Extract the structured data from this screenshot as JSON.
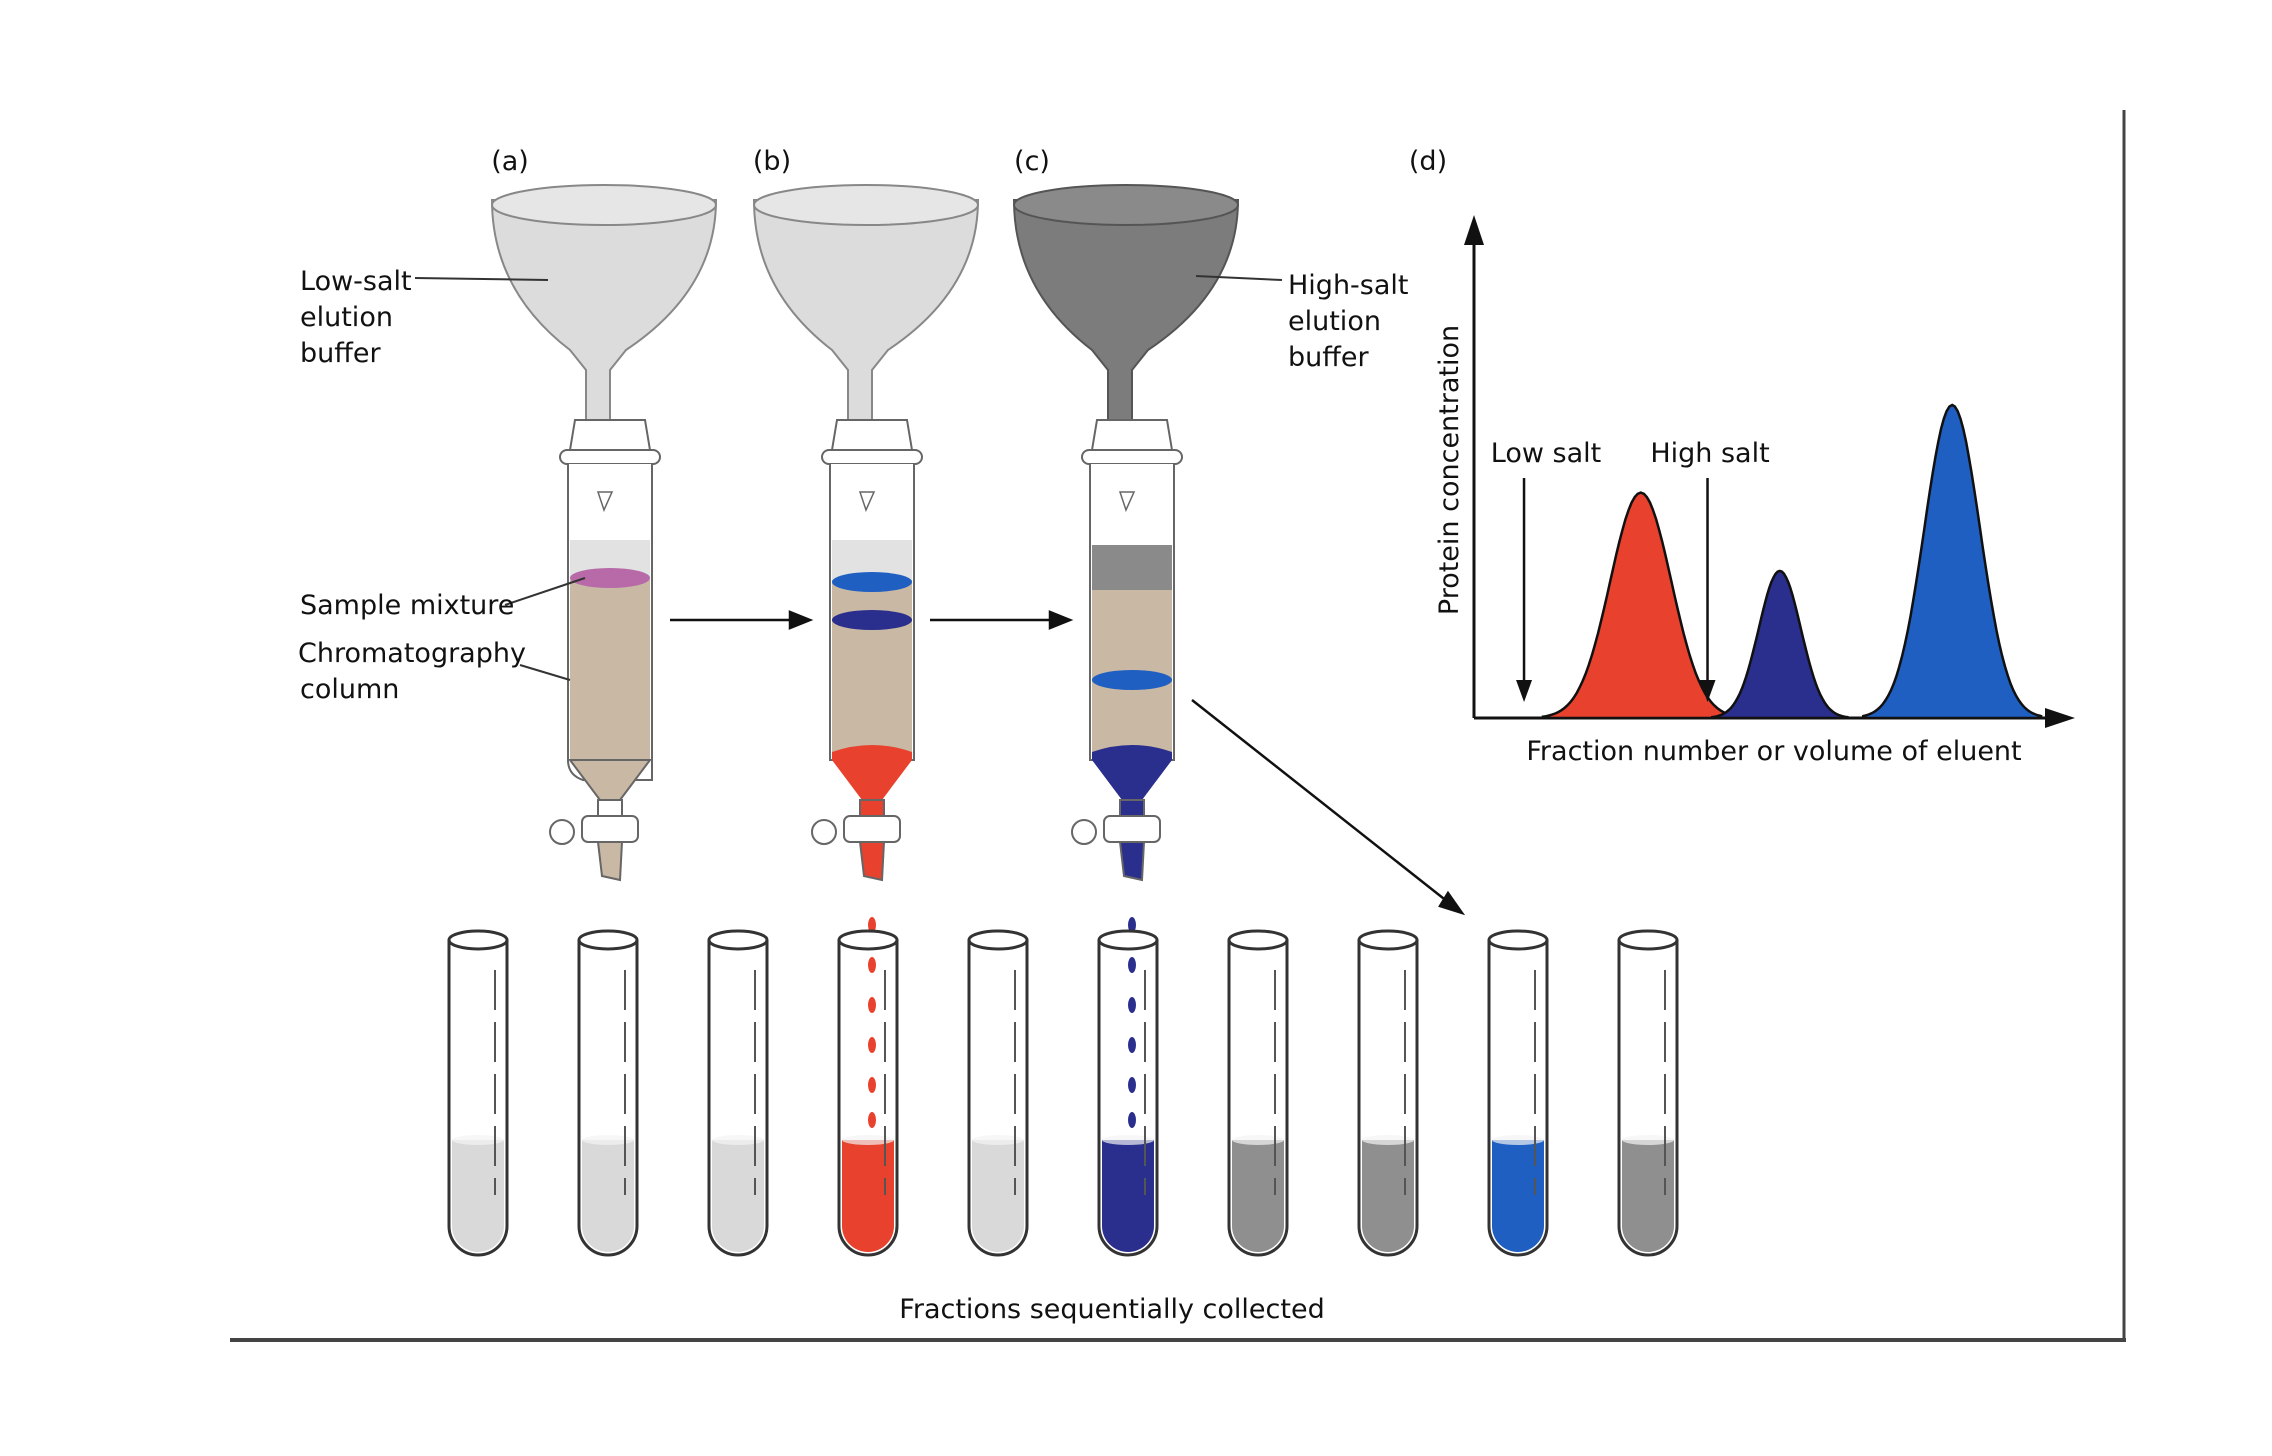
{
  "panels": {
    "a": "(a)",
    "b": "(b)",
    "c": "(c)",
    "d": "(d)"
  },
  "labels": {
    "low_salt_buffer": [
      "Low-salt",
      "elution",
      "buffer"
    ],
    "high_salt_buffer": [
      "High-salt",
      "elution",
      "buffer"
    ],
    "sample_mixture": "Sample mixture",
    "chromatography_column": [
      "Chromatography",
      "column"
    ],
    "fractions_caption": "Fractions sequentially collected"
  },
  "graph": {
    "ylabel": "Protein concentration",
    "xlabel": "Fraction number or volume of eluent",
    "low_salt": "Low salt",
    "high_salt": "High salt",
    "peaks": [
      {
        "color": "#e8412e",
        "center": 0.3,
        "height": 0.72,
        "width": 0.055
      },
      {
        "color": "#2a2e8c",
        "center": 0.55,
        "height": 0.47,
        "width": 0.038
      },
      {
        "color": "#1f5fc2",
        "center": 0.86,
        "height": 1.0,
        "width": 0.05
      }
    ],
    "arrows_at": [
      0.09,
      0.42
    ]
  },
  "tubes": [
    {
      "fill": "#d9d9d9"
    },
    {
      "fill": "#d9d9d9"
    },
    {
      "fill": "#d9d9d9"
    },
    {
      "fill": "#e8412e"
    },
    {
      "fill": "#d9d9d9"
    },
    {
      "fill": "#2a2e8c"
    },
    {
      "fill": "#8f8f8f"
    },
    {
      "fill": "#8f8f8f"
    },
    {
      "fill": "#1f5fc2"
    },
    {
      "fill": "#8f8f8f"
    }
  ],
  "colors": {
    "resin": "#c9b8a4",
    "low_salt": "#dcdcdc",
    "high_salt": "#7c7c7c",
    "sample_band": "#b86aa8",
    "red": "#e8412e",
    "navy": "#2a2e8c",
    "blue": "#1f5fc2"
  }
}
